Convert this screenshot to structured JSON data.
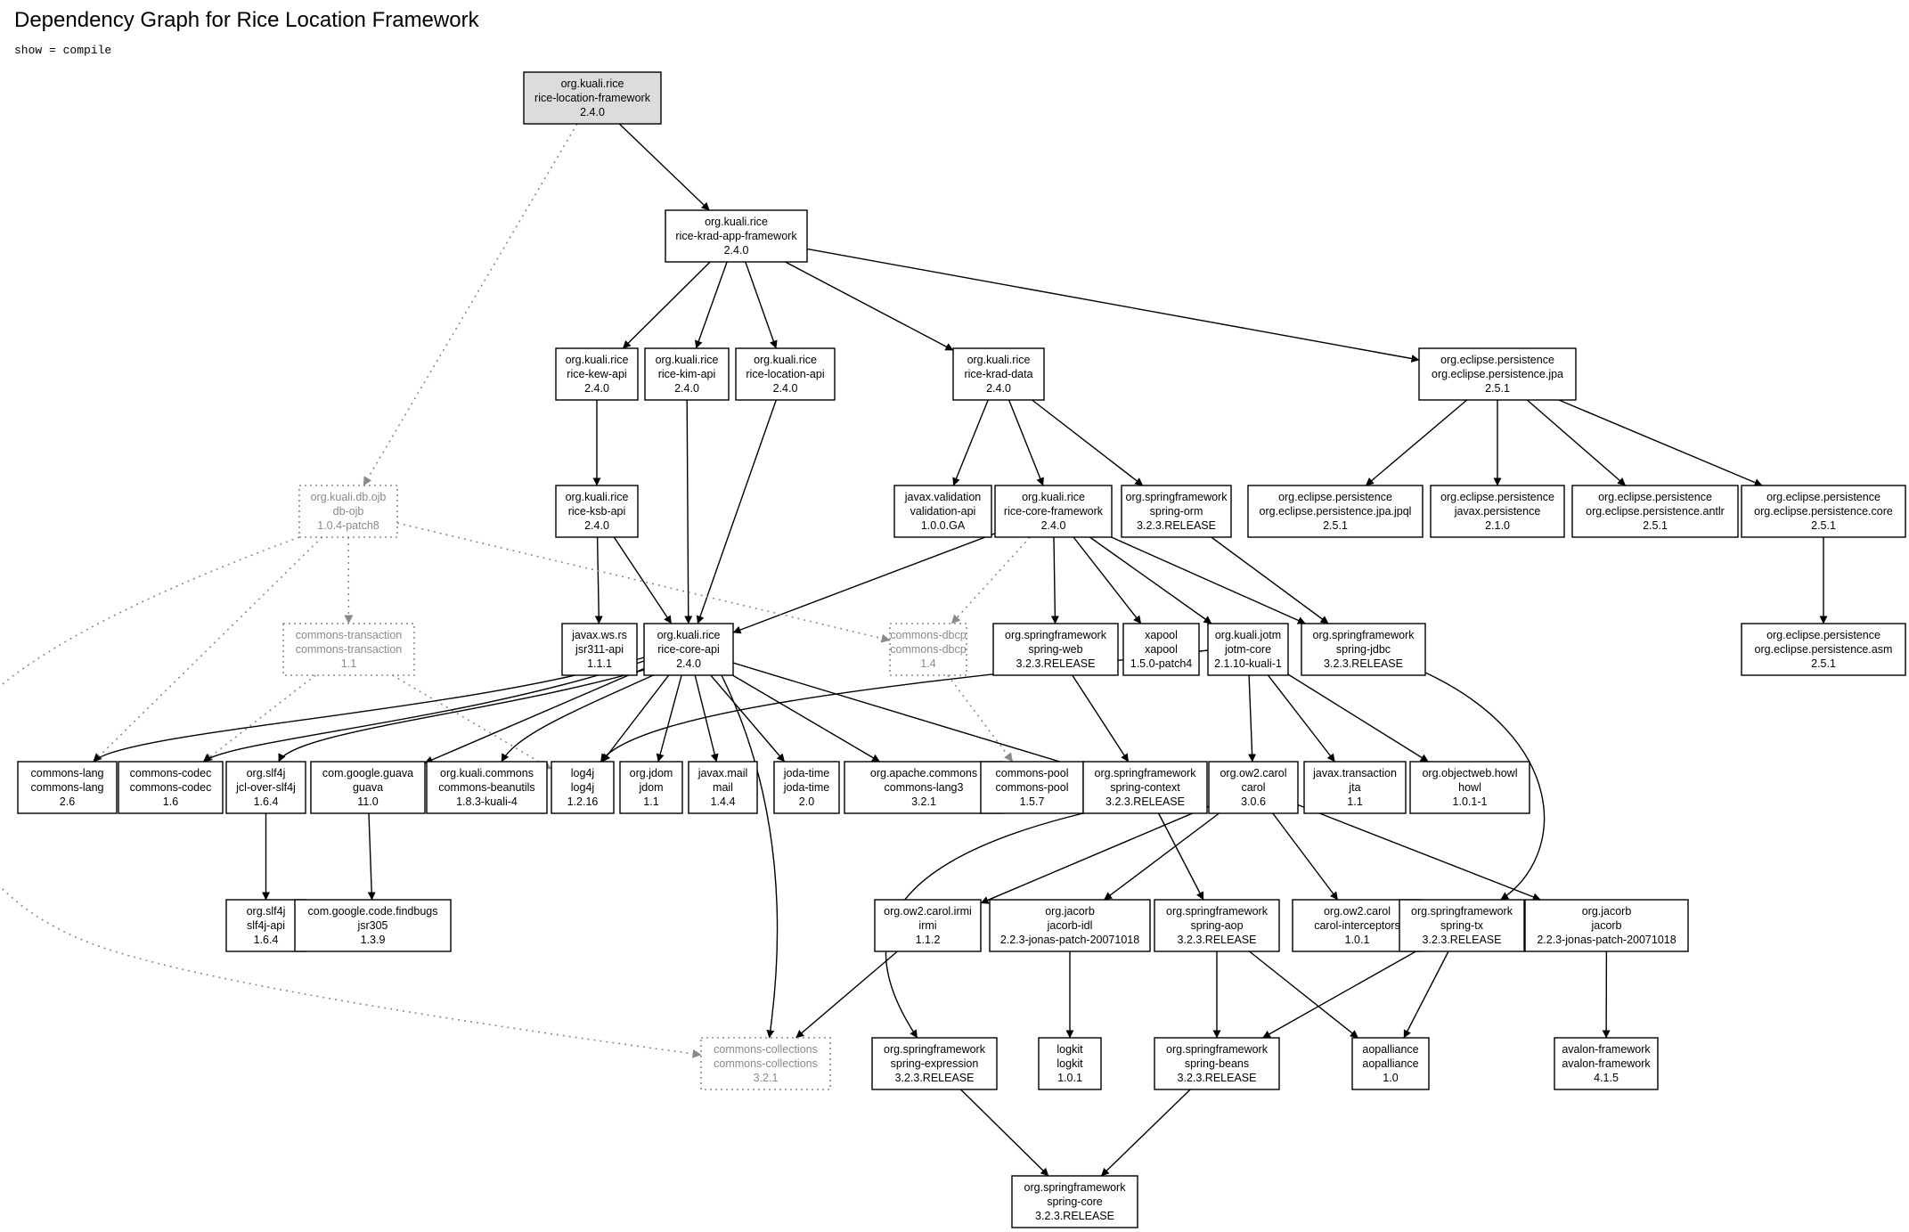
{
  "title": "Dependency Graph for Rice Location Framework",
  "subtitle": "show = compile",
  "colors": {
    "root_fill": "#dcdcdc",
    "optional": "#8a8a8a",
    "edge": "#000000"
  },
  "nodes": [
    {
      "id": "loc_fw",
      "group": "org.kuali.rice",
      "artifact": "rice-location-framework",
      "version": "2.4.0",
      "root": true
    },
    {
      "id": "krad_app",
      "group": "org.kuali.rice",
      "artifact": "rice-krad-app-framework",
      "version": "2.4.0"
    },
    {
      "id": "kew_api",
      "group": "org.kuali.rice",
      "artifact": "rice-kew-api",
      "version": "2.4.0"
    },
    {
      "id": "kim_api",
      "group": "org.kuali.rice",
      "artifact": "rice-kim-api",
      "version": "2.4.0"
    },
    {
      "id": "loc_api",
      "group": "org.kuali.rice",
      "artifact": "rice-location-api",
      "version": "2.4.0"
    },
    {
      "id": "krad_data",
      "group": "org.kuali.rice",
      "artifact": "rice-krad-data",
      "version": "2.4.0"
    },
    {
      "id": "jpa",
      "group": "org.eclipse.persistence",
      "artifact": "org.eclipse.persistence.jpa",
      "version": "2.5.1"
    },
    {
      "id": "ojb",
      "group": "org.kuali.db.ojb",
      "artifact": "db-ojb",
      "version": "1.0.4-patch8",
      "optional": true
    },
    {
      "id": "ksb_api",
      "group": "org.kuali.rice",
      "artifact": "rice-ksb-api",
      "version": "2.4.0"
    },
    {
      "id": "validation",
      "group": "javax.validation",
      "artifact": "validation-api",
      "version": "1.0.0.GA"
    },
    {
      "id": "core_fw",
      "group": "org.kuali.rice",
      "artifact": "rice-core-framework",
      "version": "2.4.0"
    },
    {
      "id": "spring_orm",
      "group": "org.springframework",
      "artifact": "spring-orm",
      "version": "3.2.3.RELEASE"
    },
    {
      "id": "jpql",
      "group": "org.eclipse.persistence",
      "artifact": "org.eclipse.persistence.jpa.jpql",
      "version": "2.5.1"
    },
    {
      "id": "javax_persist",
      "group": "org.eclipse.persistence",
      "artifact": "javax.persistence",
      "version": "2.1.0"
    },
    {
      "id": "antlr",
      "group": "org.eclipse.persistence",
      "artifact": "org.eclipse.persistence.antlr",
      "version": "2.5.1"
    },
    {
      "id": "ep_core",
      "group": "org.eclipse.persistence",
      "artifact": "org.eclipse.persistence.core",
      "version": "2.5.1"
    },
    {
      "id": "ctrans",
      "group": "commons-transaction",
      "artifact": "commons-transaction",
      "version": "1.1",
      "optional": true
    },
    {
      "id": "jsr311",
      "group": "javax.ws.rs",
      "artifact": "jsr311-api",
      "version": "1.1.1"
    },
    {
      "id": "core_api",
      "group": "org.kuali.rice",
      "artifact": "rice-core-api",
      "version": "2.4.0"
    },
    {
      "id": "dbcp",
      "group": "commons-dbcp",
      "artifact": "commons-dbcp",
      "version": "1.4",
      "optional": true
    },
    {
      "id": "spring_web",
      "group": "org.springframework",
      "artifact": "spring-web",
      "version": "3.2.3.RELEASE"
    },
    {
      "id": "xapool",
      "group": "xapool",
      "artifact": "xapool",
      "version": "1.5.0-patch4"
    },
    {
      "id": "jotm",
      "group": "org.kuali.jotm",
      "artifact": "jotm-core",
      "version": "2.1.10-kuali-1"
    },
    {
      "id": "spring_jdbc",
      "group": "org.springframework",
      "artifact": "spring-jdbc",
      "version": "3.2.3.RELEASE"
    },
    {
      "id": "asm",
      "group": "org.eclipse.persistence",
      "artifact": "org.eclipse.persistence.asm",
      "version": "2.5.1"
    },
    {
      "id": "clang",
      "group": "commons-lang",
      "artifact": "commons-lang",
      "version": "2.6"
    },
    {
      "id": "codec",
      "group": "commons-codec",
      "artifact": "commons-codec",
      "version": "1.6"
    },
    {
      "id": "jcl_slf4j",
      "group": "org.slf4j",
      "artifact": "jcl-over-slf4j",
      "version": "1.6.4"
    },
    {
      "id": "guava",
      "group": "com.google.guava",
      "artifact": "guava",
      "version": "11.0"
    },
    {
      "id": "beanutils",
      "group": "org.kuali.commons",
      "artifact": "commons-beanutils",
      "version": "1.8.3-kuali-4"
    },
    {
      "id": "log4j",
      "group": "log4j",
      "artifact": "log4j",
      "version": "1.2.16"
    },
    {
      "id": "jdom",
      "group": "org.jdom",
      "artifact": "jdom",
      "version": "1.1"
    },
    {
      "id": "mail",
      "group": "javax.mail",
      "artifact": "mail",
      "version": "1.4.4"
    },
    {
      "id": "joda",
      "group": "joda-time",
      "artifact": "joda-time",
      "version": "2.0"
    },
    {
      "id": "lang3",
      "group": "org.apache.commons",
      "artifact": "commons-lang3",
      "version": "3.2.1"
    },
    {
      "id": "pool",
      "group": "commons-pool",
      "artifact": "commons-pool",
      "version": "1.5.7"
    },
    {
      "id": "spring_ctx",
      "group": "org.springframework",
      "artifact": "spring-context",
      "version": "3.2.3.RELEASE"
    },
    {
      "id": "carol",
      "group": "org.ow2.carol",
      "artifact": "carol",
      "version": "3.0.6"
    },
    {
      "id": "jta",
      "group": "javax.transaction",
      "artifact": "jta",
      "version": "1.1"
    },
    {
      "id": "howl",
      "group": "org.objectweb.howl",
      "artifact": "howl",
      "version": "1.0.1-1"
    },
    {
      "id": "slf4j_api",
      "group": "org.slf4j",
      "artifact": "slf4j-api",
      "version": "1.6.4"
    },
    {
      "id": "jsr305",
      "group": "com.google.code.findbugs",
      "artifact": "jsr305",
      "version": "1.3.9"
    },
    {
      "id": "irmi",
      "group": "org.ow2.carol.irmi",
      "artifact": "irmi",
      "version": "1.1.2"
    },
    {
      "id": "jacorb_idl",
      "group": "org.jacorb",
      "artifact": "jacorb-idl",
      "version": "2.2.3-jonas-patch-20071018"
    },
    {
      "id": "spring_aop",
      "group": "org.springframework",
      "artifact": "spring-aop",
      "version": "3.2.3.RELEASE"
    },
    {
      "id": "carol_int",
      "group": "org.ow2.carol",
      "artifact": "carol-interceptors",
      "version": "1.0.1"
    },
    {
      "id": "spring_tx",
      "group": "org.springframework",
      "artifact": "spring-tx",
      "version": "3.2.3.RELEASE"
    },
    {
      "id": "jacorb",
      "group": "org.jacorb",
      "artifact": "jacorb",
      "version": "2.2.3-jonas-patch-20071018"
    },
    {
      "id": "ccoll",
      "group": "commons-collections",
      "artifact": "commons-collections",
      "version": "3.2.1",
      "optional": true
    },
    {
      "id": "spring_expr",
      "group": "org.springframework",
      "artifact": "spring-expression",
      "version": "3.2.3.RELEASE"
    },
    {
      "id": "logkit",
      "group": "logkit",
      "artifact": "logkit",
      "version": "1.0.1"
    },
    {
      "id": "spring_beans",
      "group": "org.springframework",
      "artifact": "spring-beans",
      "version": "3.2.3.RELEASE"
    },
    {
      "id": "aopalliance",
      "group": "aopalliance",
      "artifact": "aopalliance",
      "version": "1.0"
    },
    {
      "id": "avalon",
      "group": "avalon-framework",
      "artifact": "avalon-framework",
      "version": "4.1.5"
    },
    {
      "id": "spring_core",
      "group": "org.springframework",
      "artifact": "spring-core",
      "version": "3.2.3.RELEASE"
    }
  ],
  "edges": [
    {
      "from": "loc_fw",
      "to": "krad_app"
    },
    {
      "from": "loc_fw",
      "to": "ojb",
      "optional": true
    },
    {
      "from": "krad_app",
      "to": "kew_api"
    },
    {
      "from": "krad_app",
      "to": "kim_api"
    },
    {
      "from": "krad_app",
      "to": "loc_api"
    },
    {
      "from": "krad_app",
      "to": "krad_data"
    },
    {
      "from": "krad_app",
      "to": "jpa"
    },
    {
      "from": "kew_api",
      "to": "ksb_api"
    },
    {
      "from": "kim_api",
      "to": "core_api"
    },
    {
      "from": "loc_api",
      "to": "core_api"
    },
    {
      "from": "ksb_api",
      "to": "jsr311"
    },
    {
      "from": "ksb_api",
      "to": "core_api"
    },
    {
      "from": "krad_data",
      "to": "validation"
    },
    {
      "from": "krad_data",
      "to": "core_fw"
    },
    {
      "from": "krad_data",
      "to": "spring_orm"
    },
    {
      "from": "jpa",
      "to": "jpql"
    },
    {
      "from": "jpa",
      "to": "javax_persist"
    },
    {
      "from": "jpa",
      "to": "antlr"
    },
    {
      "from": "jpa",
      "to": "ep_core"
    },
    {
      "from": "ep_core",
      "to": "asm"
    },
    {
      "from": "core_fw",
      "to": "core_api"
    },
    {
      "from": "core_fw",
      "to": "dbcp",
      "optional": true
    },
    {
      "from": "core_fw",
      "to": "spring_web"
    },
    {
      "from": "core_fw",
      "to": "xapool"
    },
    {
      "from": "core_fw",
      "to": "jotm"
    },
    {
      "from": "core_fw",
      "to": "spring_jdbc"
    },
    {
      "from": "spring_orm",
      "to": "spring_jdbc"
    },
    {
      "from": "ojb",
      "to": "ctrans",
      "optional": true
    },
    {
      "from": "ojb",
      "to": "clang",
      "optional": true
    },
    {
      "from": "ojb",
      "to": "dbcp",
      "optional": true
    },
    {
      "from": "ojb",
      "to": "ccoll",
      "optional": true
    },
    {
      "from": "ctrans",
      "to": "codec",
      "optional": true
    },
    {
      "from": "ctrans",
      "to": "log4j",
      "optional": true
    },
    {
      "from": "dbcp",
      "to": "pool",
      "optional": true
    },
    {
      "from": "core_api",
      "to": "clang"
    },
    {
      "from": "core_api",
      "to": "codec"
    },
    {
      "from": "core_api",
      "to": "jcl_slf4j"
    },
    {
      "from": "core_api",
      "to": "guava"
    },
    {
      "from": "core_api",
      "to": "beanutils"
    },
    {
      "from": "core_api",
      "to": "log4j"
    },
    {
      "from": "core_api",
      "to": "jdom"
    },
    {
      "from": "core_api",
      "to": "mail"
    },
    {
      "from": "core_api",
      "to": "joda"
    },
    {
      "from": "core_api",
      "to": "lang3"
    },
    {
      "from": "core_api",
      "to": "spring_ctx"
    },
    {
      "from": "core_api",
      "to": "ccoll"
    },
    {
      "from": "spring_web",
      "to": "spring_ctx"
    },
    {
      "from": "jotm",
      "to": "log4j"
    },
    {
      "from": "jotm",
      "to": "carol"
    },
    {
      "from": "jotm",
      "to": "jta"
    },
    {
      "from": "jotm",
      "to": "howl"
    },
    {
      "from": "spring_jdbc",
      "to": "spring_tx"
    },
    {
      "from": "jcl_slf4j",
      "to": "slf4j_api"
    },
    {
      "from": "guava",
      "to": "jsr305"
    },
    {
      "from": "spring_ctx",
      "to": "spring_expr"
    },
    {
      "from": "spring_ctx",
      "to": "spring_aop"
    },
    {
      "from": "carol",
      "to": "irmi"
    },
    {
      "from": "carol",
      "to": "jacorb_idl"
    },
    {
      "from": "carol",
      "to": "carol_int"
    },
    {
      "from": "carol",
      "to": "jacorb"
    },
    {
      "from": "irmi",
      "to": "ccoll"
    },
    {
      "from": "jacorb_idl",
      "to": "logkit"
    },
    {
      "from": "spring_aop",
      "to": "spring_beans"
    },
    {
      "from": "spring_aop",
      "to": "aopalliance"
    },
    {
      "from": "spring_tx",
      "to": "spring_beans"
    },
    {
      "from": "spring_tx",
      "to": "aopalliance"
    },
    {
      "from": "jacorb",
      "to": "avalon"
    },
    {
      "from": "spring_expr",
      "to": "spring_core"
    },
    {
      "from": "spring_beans",
      "to": "spring_core"
    }
  ]
}
